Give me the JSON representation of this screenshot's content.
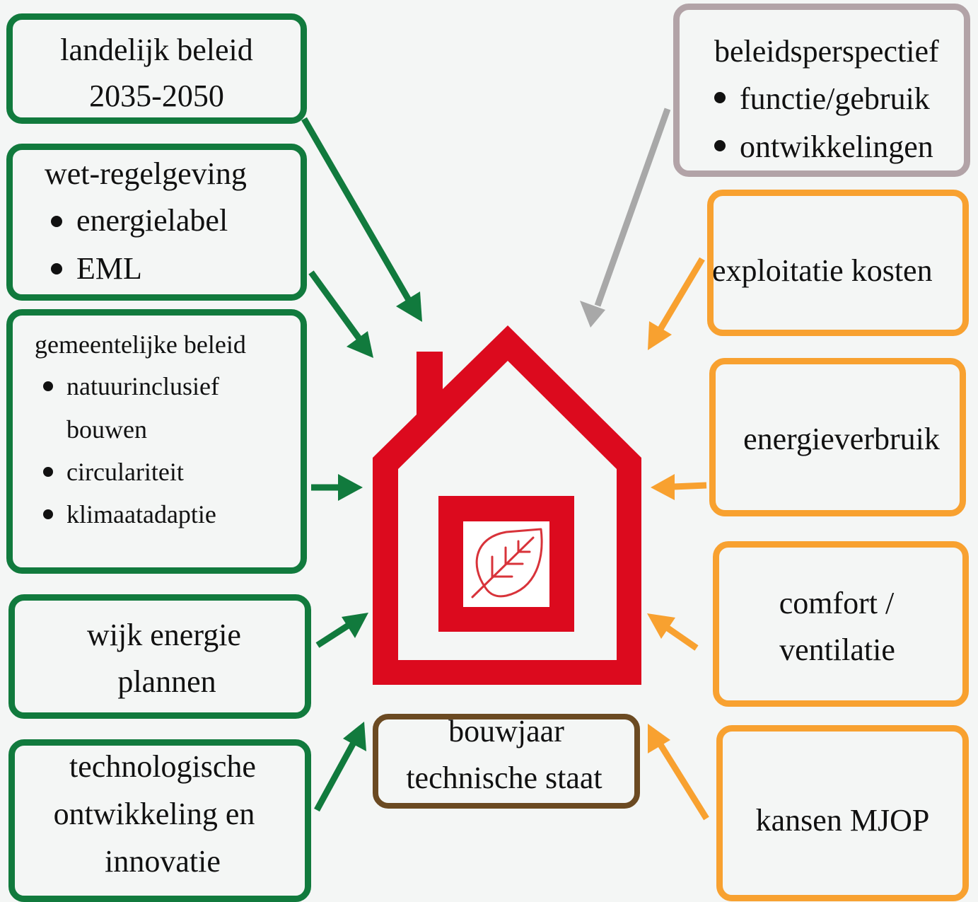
{
  "colors": {
    "green": "#117a3d",
    "orange": "#f8a130",
    "grey_arrow": "#a8a8a8",
    "grey_border": "#b2a3a7",
    "brown": "#6b4a22",
    "house_red": "#dc0a1e",
    "leaf_red": "#d8333a"
  },
  "left": {
    "landelijk": {
      "title": "landelijk beleid",
      "subtitle": "2035-2050"
    },
    "wet": {
      "title": "wet-regelgeving",
      "items": [
        "energielabel",
        "EML"
      ]
    },
    "gemeente": {
      "title": "gemeentelijke beleid",
      "items": [
        "natuurinclusief",
        "bouwen",
        "circulariteit",
        "klimaatadaptie"
      ]
    },
    "wijk": {
      "line1": "wijk energie",
      "line2": "plannen"
    },
    "tech": {
      "line1": "technologische",
      "line2": "ontwikkeling en",
      "line3": "innovatie"
    }
  },
  "right": {
    "beleid": {
      "title": "beleidsperspectief",
      "items": [
        "functie/gebruik",
        "ontwikkelingen"
      ]
    },
    "exploitatie": {
      "label": "exploitatie kosten"
    },
    "energie": {
      "label": "energieverbruik"
    },
    "comfort": {
      "line1": "comfort /",
      "line2": "ventilatie"
    },
    "kansen": {
      "label": "kansen MJOP"
    }
  },
  "center": {
    "bouwjaar": {
      "line1": "bouwjaar",
      "line2": "technische staat"
    },
    "icons": [
      "house-icon",
      "leaf-icon"
    ]
  }
}
